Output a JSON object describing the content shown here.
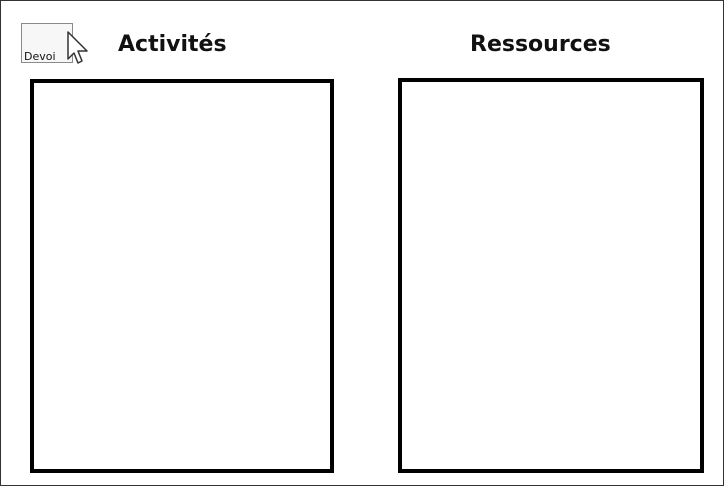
{
  "columns": {
    "activites": {
      "title": "Activités"
    },
    "ressources": {
      "title": "Ressources"
    }
  },
  "drag_item": {
    "label": "Devoi"
  },
  "icons": {
    "cursor": "arrow-pointer-icon"
  },
  "colors": {
    "border": "#000000",
    "background": "#ffffff"
  }
}
